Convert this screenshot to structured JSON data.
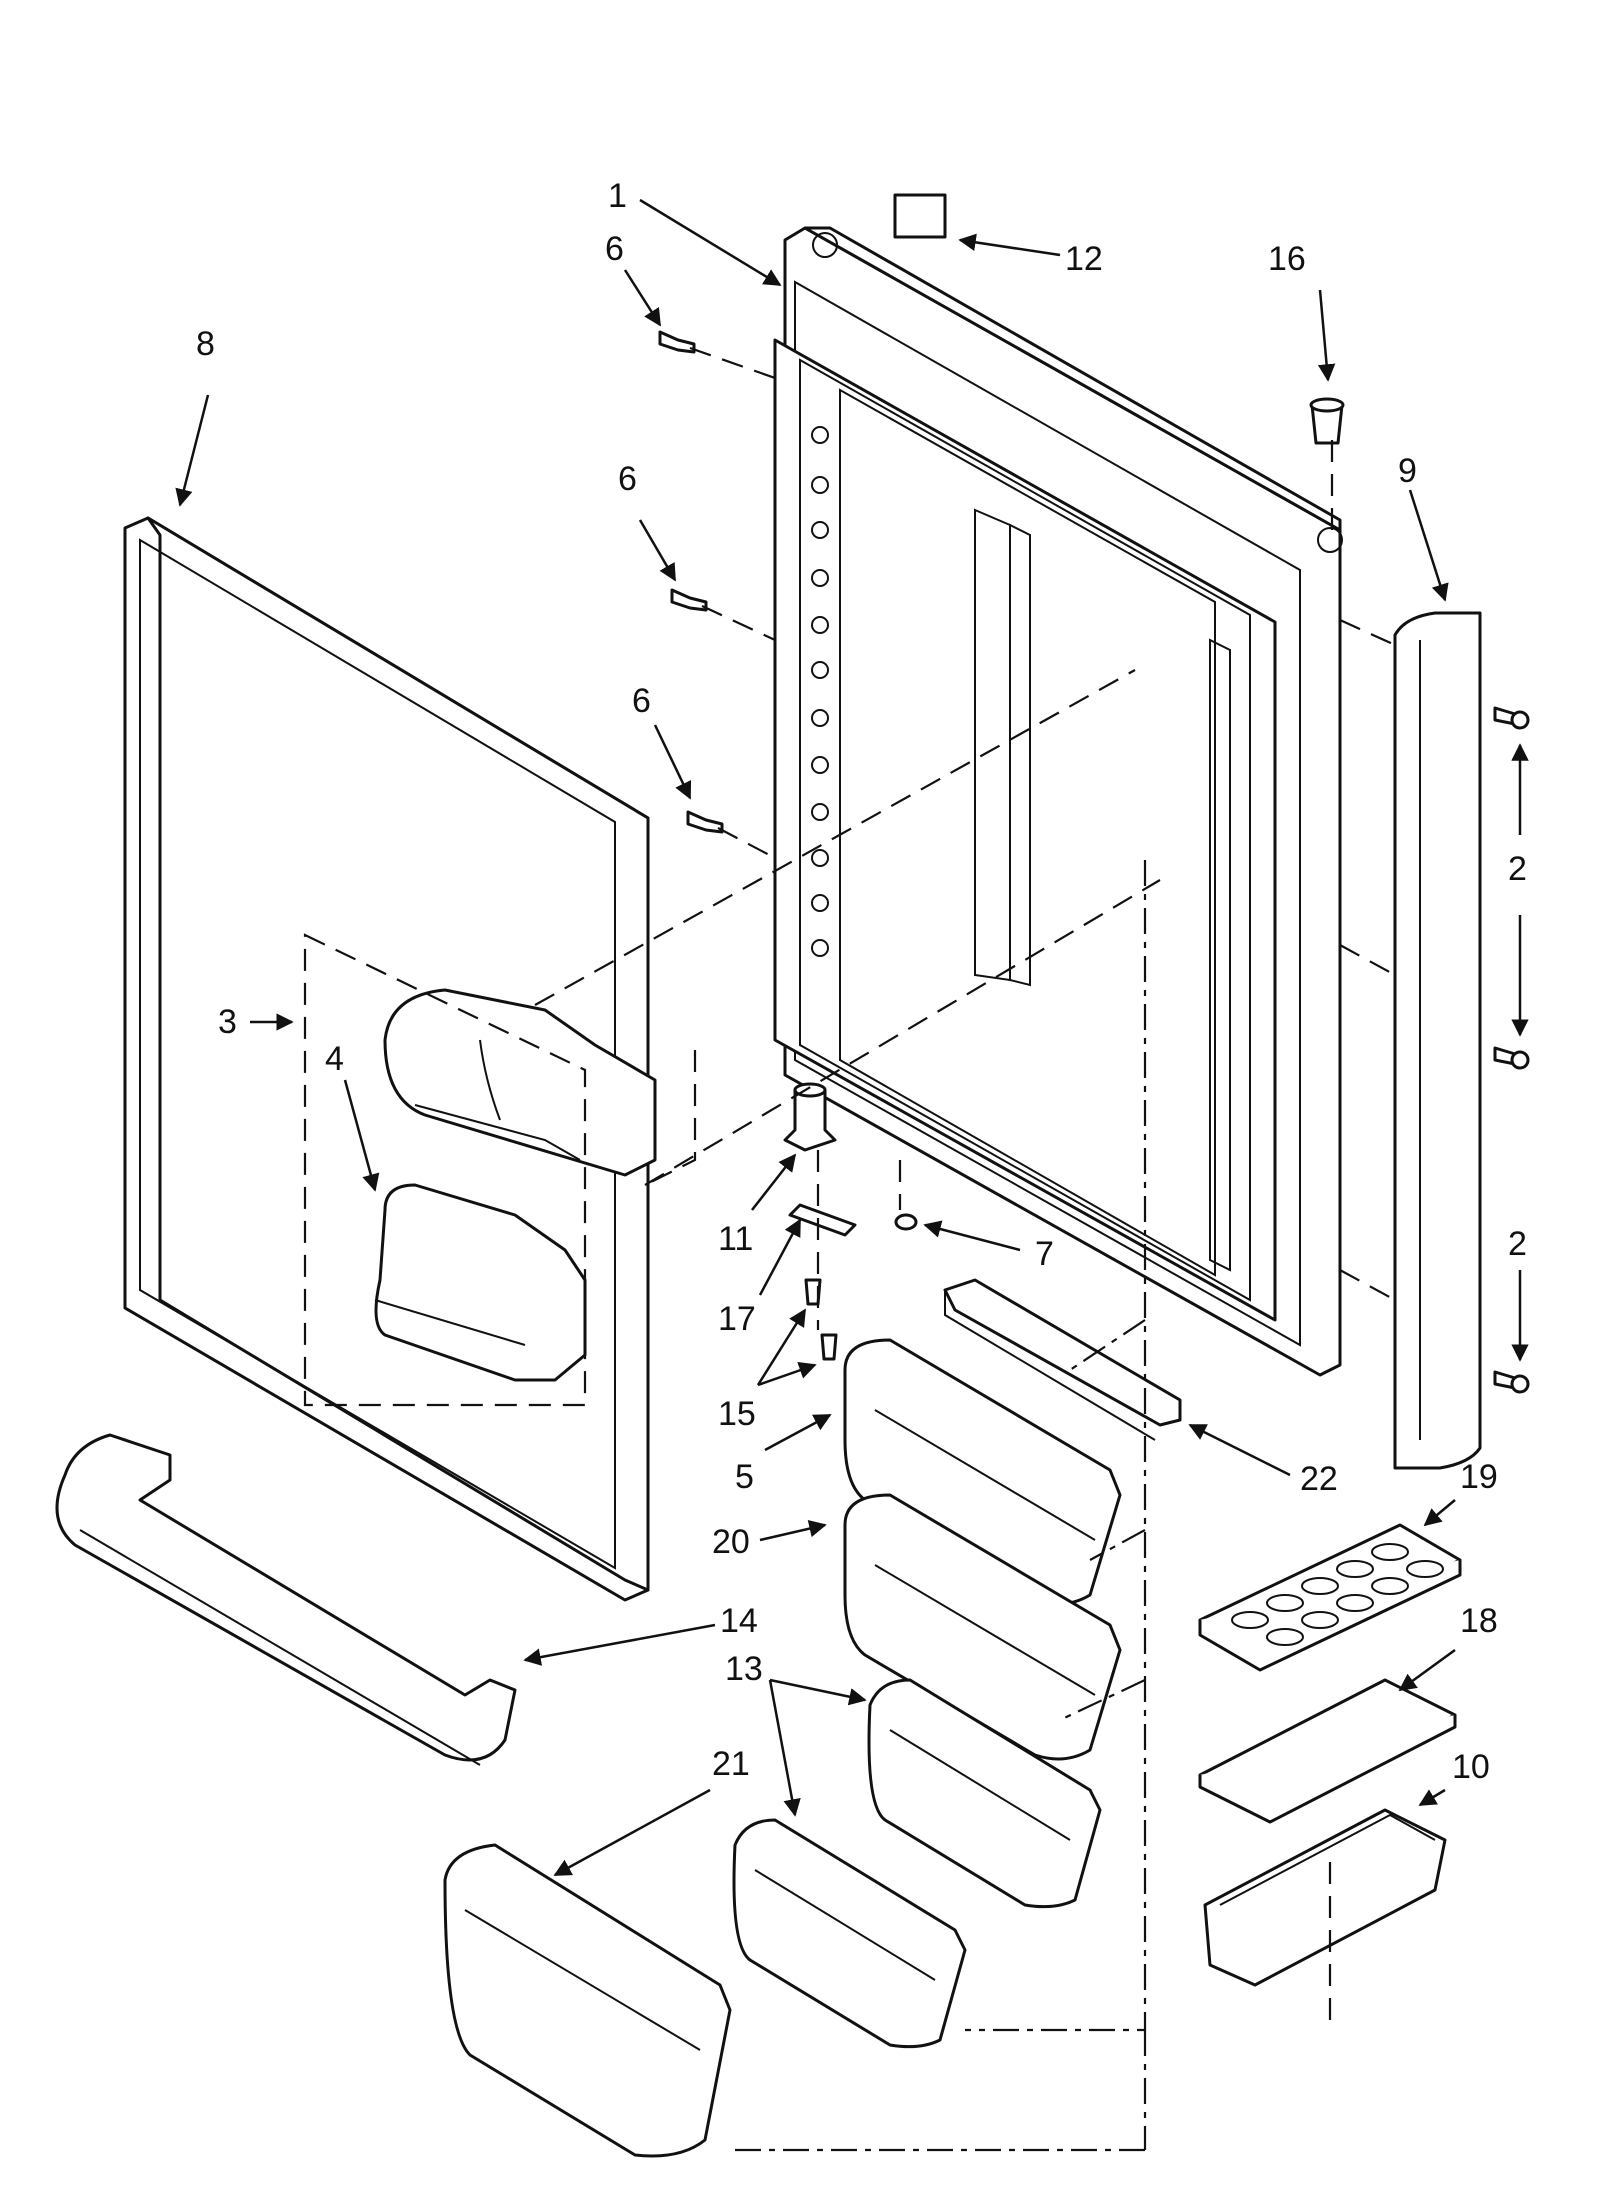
{
  "diagram": {
    "callouts": [
      {
        "id": "c1",
        "text": "1"
      },
      {
        "id": "c12",
        "text": "12"
      },
      {
        "id": "c6a",
        "text": "6"
      },
      {
        "id": "c16",
        "text": "16"
      },
      {
        "id": "c8",
        "text": "8"
      },
      {
        "id": "c6b",
        "text": "6"
      },
      {
        "id": "c9",
        "text": "9"
      },
      {
        "id": "c6c",
        "text": "6"
      },
      {
        "id": "c2a",
        "text": "2"
      },
      {
        "id": "c3",
        "text": "3"
      },
      {
        "id": "c4",
        "text": "4"
      },
      {
        "id": "c2b",
        "text": "2"
      },
      {
        "id": "c11",
        "text": "11"
      },
      {
        "id": "c7",
        "text": "7"
      },
      {
        "id": "c17",
        "text": "17"
      },
      {
        "id": "c15",
        "text": "15"
      },
      {
        "id": "c22",
        "text": "22"
      },
      {
        "id": "c5",
        "text": "5"
      },
      {
        "id": "c19",
        "text": "19"
      },
      {
        "id": "c20",
        "text": "20"
      },
      {
        "id": "c14",
        "text": "14"
      },
      {
        "id": "c18",
        "text": "18"
      },
      {
        "id": "c13",
        "text": "13"
      },
      {
        "id": "c21",
        "text": "21"
      },
      {
        "id": "c10",
        "text": "10"
      }
    ]
  }
}
